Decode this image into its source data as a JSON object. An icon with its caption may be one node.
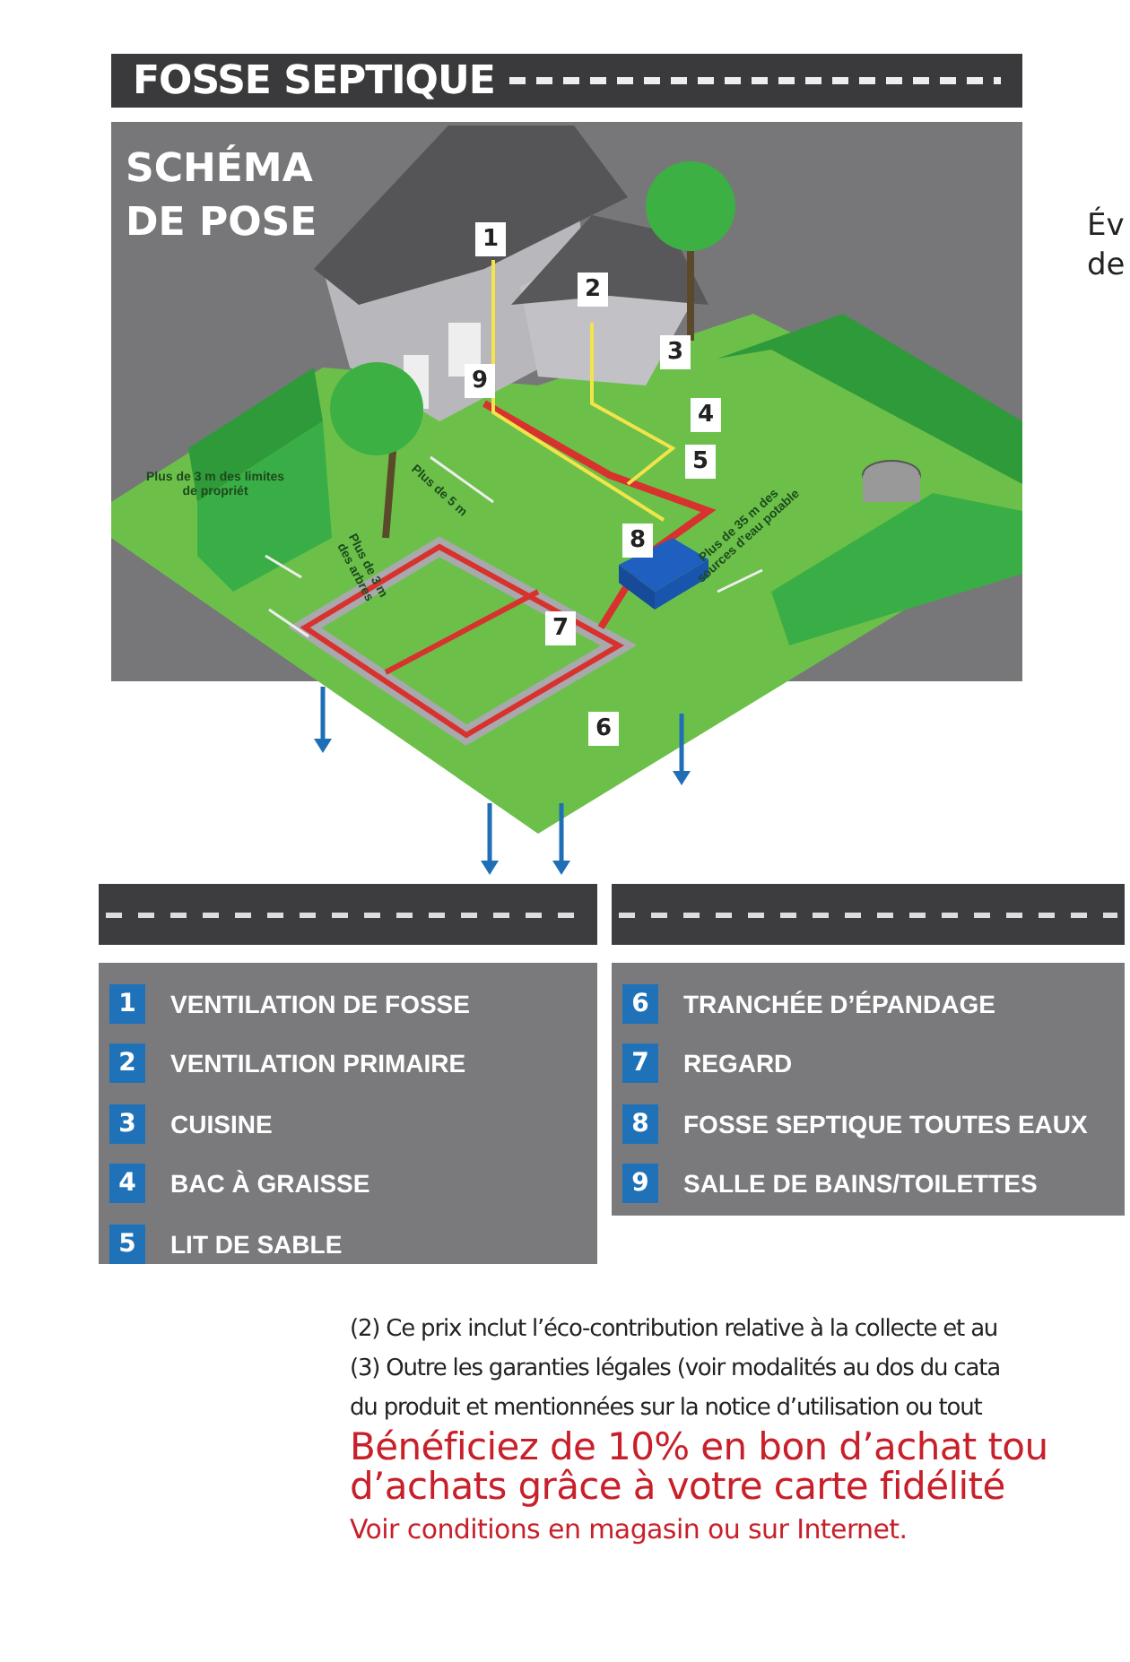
{
  "diagram": {
    "title": "FOSSE SEPTIQUE",
    "labels": [
      "SCHÉMA DE POSE",
      "1",
      "2",
      "3",
      "4",
      "5",
      "6",
      "7",
      "8",
      "9",
      "Plus de 3 m des limites de propriét",
      "Plus de 5 m",
      "Plus de 3 m des arbres",
      "Plus de 35 m des sources d’eau potable",
      "1",
      "VENTILATION DE FOSSE",
      "2",
      "VENTILATION PRIMAIRE",
      "3",
      "CUISINE",
      "4",
      "BAC À GRAISSE",
      "5",
      "LIT DE SABLE",
      "6",
      "TRANCHÉE D’ÉPANDAGE",
      "7",
      "REGARD",
      "8",
      "FOSSE SEPTIQUE TOUTES EAUX",
      "9",
      "SALLE DE BAINS/TOILETTES",
      "(2) Ce prix inclut l’éco-contribution relative à la collecte et au",
      "(3) Outre les garanties légales (voir modalités au dos du cata",
      "du produit et mentionnées sur la notice d’utilisation ou tout",
      "Bénéficiez de 10% en bon d’achat tou",
      "d’achats grâce à votre carte fidélité",
      "Voir conditions en magasin ou sur Internet.",
      "Év",
      "de"
    ]
  }
}
